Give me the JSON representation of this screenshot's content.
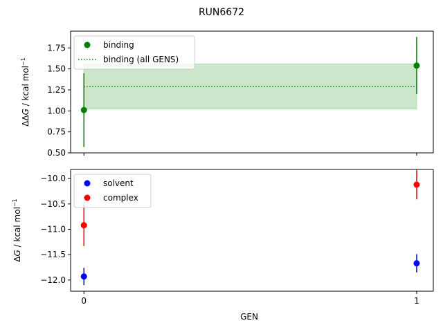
{
  "figure": {
    "title": "RUN6672"
  },
  "colors": {
    "binding": "#008000",
    "binding_band": "#008000",
    "solvent": "#0000ff",
    "complex": "#ff0000"
  },
  "chart_data": [
    {
      "type": "scatter",
      "panel": "top",
      "title": "RUN6672",
      "xlabel": "",
      "ylabel": "ΔΔG / kcal mol⁻¹",
      "ylabel_parts": {
        "pre": "ΔΔ",
        "var": "G",
        "unit": " / kcal mol",
        "sup": "−1"
      },
      "xlim": [
        -0.04,
        1.05
      ],
      "ylim": [
        0.5,
        1.95
      ],
      "yticks": [
        0.5,
        0.75,
        1.0,
        1.25,
        1.5,
        1.75
      ],
      "ytick_labels": [
        "0.50",
        "0.75",
        "1.00",
        "1.25",
        "1.50",
        "1.75"
      ],
      "xticks": [
        0,
        1
      ],
      "xtick_labels": [
        "",
        ""
      ],
      "grid": false,
      "legend_position": "top-left",
      "series": [
        {
          "name": "binding",
          "kind": "errorbar",
          "color": "#008000",
          "x": [
            0,
            1
          ],
          "y": [
            1.01,
            1.54
          ],
          "yerr": [
            0.44,
            0.34
          ]
        },
        {
          "name": "binding (all GENS)",
          "kind": "mean_band",
          "color": "#008000",
          "x": [
            0,
            1
          ],
          "y": 1.29,
          "band": [
            1.02,
            1.56
          ]
        }
      ]
    },
    {
      "type": "scatter",
      "panel": "bottom",
      "xlabel": "GEN",
      "ylabel": "ΔG / kcal mol⁻¹",
      "ylabel_parts": {
        "pre": "Δ",
        "var": "G",
        "unit": " / kcal mol",
        "sup": "−1"
      },
      "xlim": [
        -0.04,
        1.05
      ],
      "ylim": [
        -12.22,
        -9.82
      ],
      "yticks": [
        -12.0,
        -11.5,
        -11.0,
        -10.5,
        -10.0
      ],
      "ytick_labels": [
        "−12.0",
        "−11.5",
        "−11.0",
        "−10.5",
        "−10.0"
      ],
      "xticks": [
        0,
        1
      ],
      "xtick_labels": [
        "0",
        "1"
      ],
      "grid": false,
      "legend_position": "top-left",
      "series": [
        {
          "name": "solvent",
          "kind": "errorbar",
          "color": "#0000ff",
          "x": [
            0,
            1
          ],
          "y": [
            -11.93,
            -11.67
          ],
          "yerr": [
            0.17,
            0.18
          ]
        },
        {
          "name": "complex",
          "kind": "errorbar",
          "color": "#ff0000",
          "x": [
            0,
            1
          ],
          "y": [
            -10.92,
            -10.12
          ],
          "yerr": [
            0.41,
            0.29
          ]
        }
      ]
    }
  ]
}
